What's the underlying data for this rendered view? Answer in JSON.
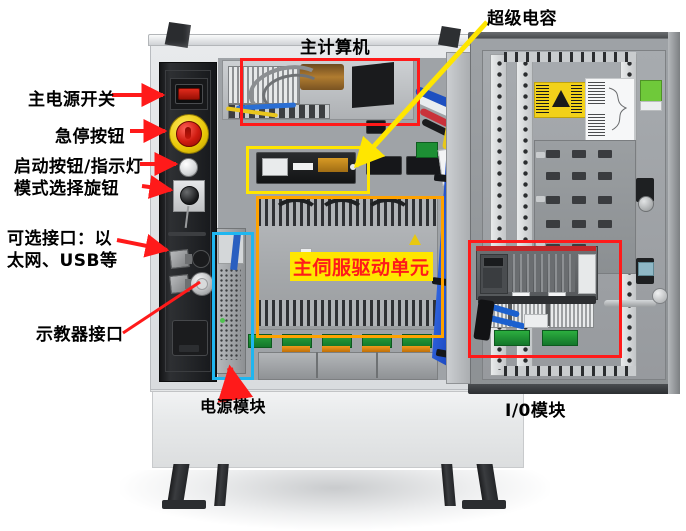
{
  "figure": {
    "subject": "industrial robot controller cabinet with doors open",
    "annotation_language": "zh-CN"
  },
  "labels": {
    "main_power_switch": "主电源开关",
    "emergency_stop_button": "急停按钮",
    "start_button_indicator": "启动按钮/指示灯",
    "mode_selector_knob": "模式选择旋钮",
    "optional_ports_line1": "可选接口：以",
    "optional_ports_line2": "太网、USB等",
    "teach_pendant_port": "示教器接口",
    "power_supply_module": "电源模块",
    "main_computer": "主计算机",
    "supercapacitor": "超级电容",
    "main_servo_drive_unit": "主伺服驱动单元",
    "io_module": "I/0模块"
  },
  "callout_boxes": [
    {
      "name": "main-computer-box",
      "color": "#ff1a1a",
      "label": "主计算机"
    },
    {
      "name": "supercapacitor-box",
      "color": "#ffe600",
      "label": "超级电容"
    },
    {
      "name": "servo-drive-box",
      "color": "#ffa200",
      "label": "主伺服驱动单元"
    },
    {
      "name": "power-supply-box",
      "color": "#1fb6f0",
      "label": "电源模块"
    },
    {
      "name": "io-module-box",
      "color": "#ff1a1a",
      "label": "I/0模块"
    }
  ],
  "arrows": [
    {
      "name": "arrow-main-power-switch",
      "color": "#ff1a1a",
      "style": "straight-with-head"
    },
    {
      "name": "arrow-emergency-stop",
      "color": "#ff1a1a",
      "style": "straight-with-head"
    },
    {
      "name": "arrow-start-button",
      "color": "#ff1a1a",
      "style": "straight-with-head"
    },
    {
      "name": "arrow-mode-selector",
      "color": "#ff1a1a",
      "style": "straight-with-head"
    },
    {
      "name": "arrow-optional-ports",
      "color": "#ff1a1a",
      "style": "straight-with-head"
    },
    {
      "name": "arrow-teach-pendant-port",
      "color": "#ff1a1a",
      "style": "diagonal-line"
    },
    {
      "name": "arrow-power-supply-module",
      "color": "#ff1a1a",
      "style": "up-arrow"
    },
    {
      "name": "arrow-supercapacitor",
      "color": "#ffe600",
      "style": "diagonal-with-head"
    }
  ],
  "colors": {
    "red": "#ff1a1a",
    "yellow": "#ffe600",
    "orange": "#ffa200",
    "cyan": "#1fb6f0",
    "background": "#ffffff",
    "cabinet_grey": "#d9dcdf",
    "panel_black": "#232528",
    "cable_blue": "#1d4fc0"
  }
}
